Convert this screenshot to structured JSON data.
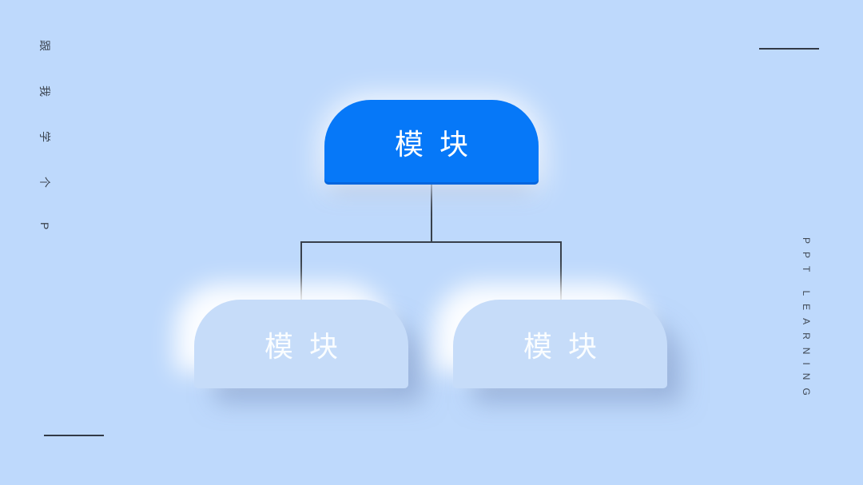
{
  "slide": {
    "background_color": "#bed9fc",
    "accent_color": "#0678f8",
    "node_fill_light": "#c6dcf9",
    "connector_color": "#38404b",
    "watermark_color": "#3c4450"
  },
  "watermarks": {
    "left_vertical_text": "跟我学个P",
    "right_vertical_text": "PPT LEARNING"
  },
  "diagram": {
    "type": "tree",
    "root": {
      "label": "模块"
    },
    "children": [
      {
        "label": "模块"
      },
      {
        "label": "模块"
      }
    ]
  }
}
